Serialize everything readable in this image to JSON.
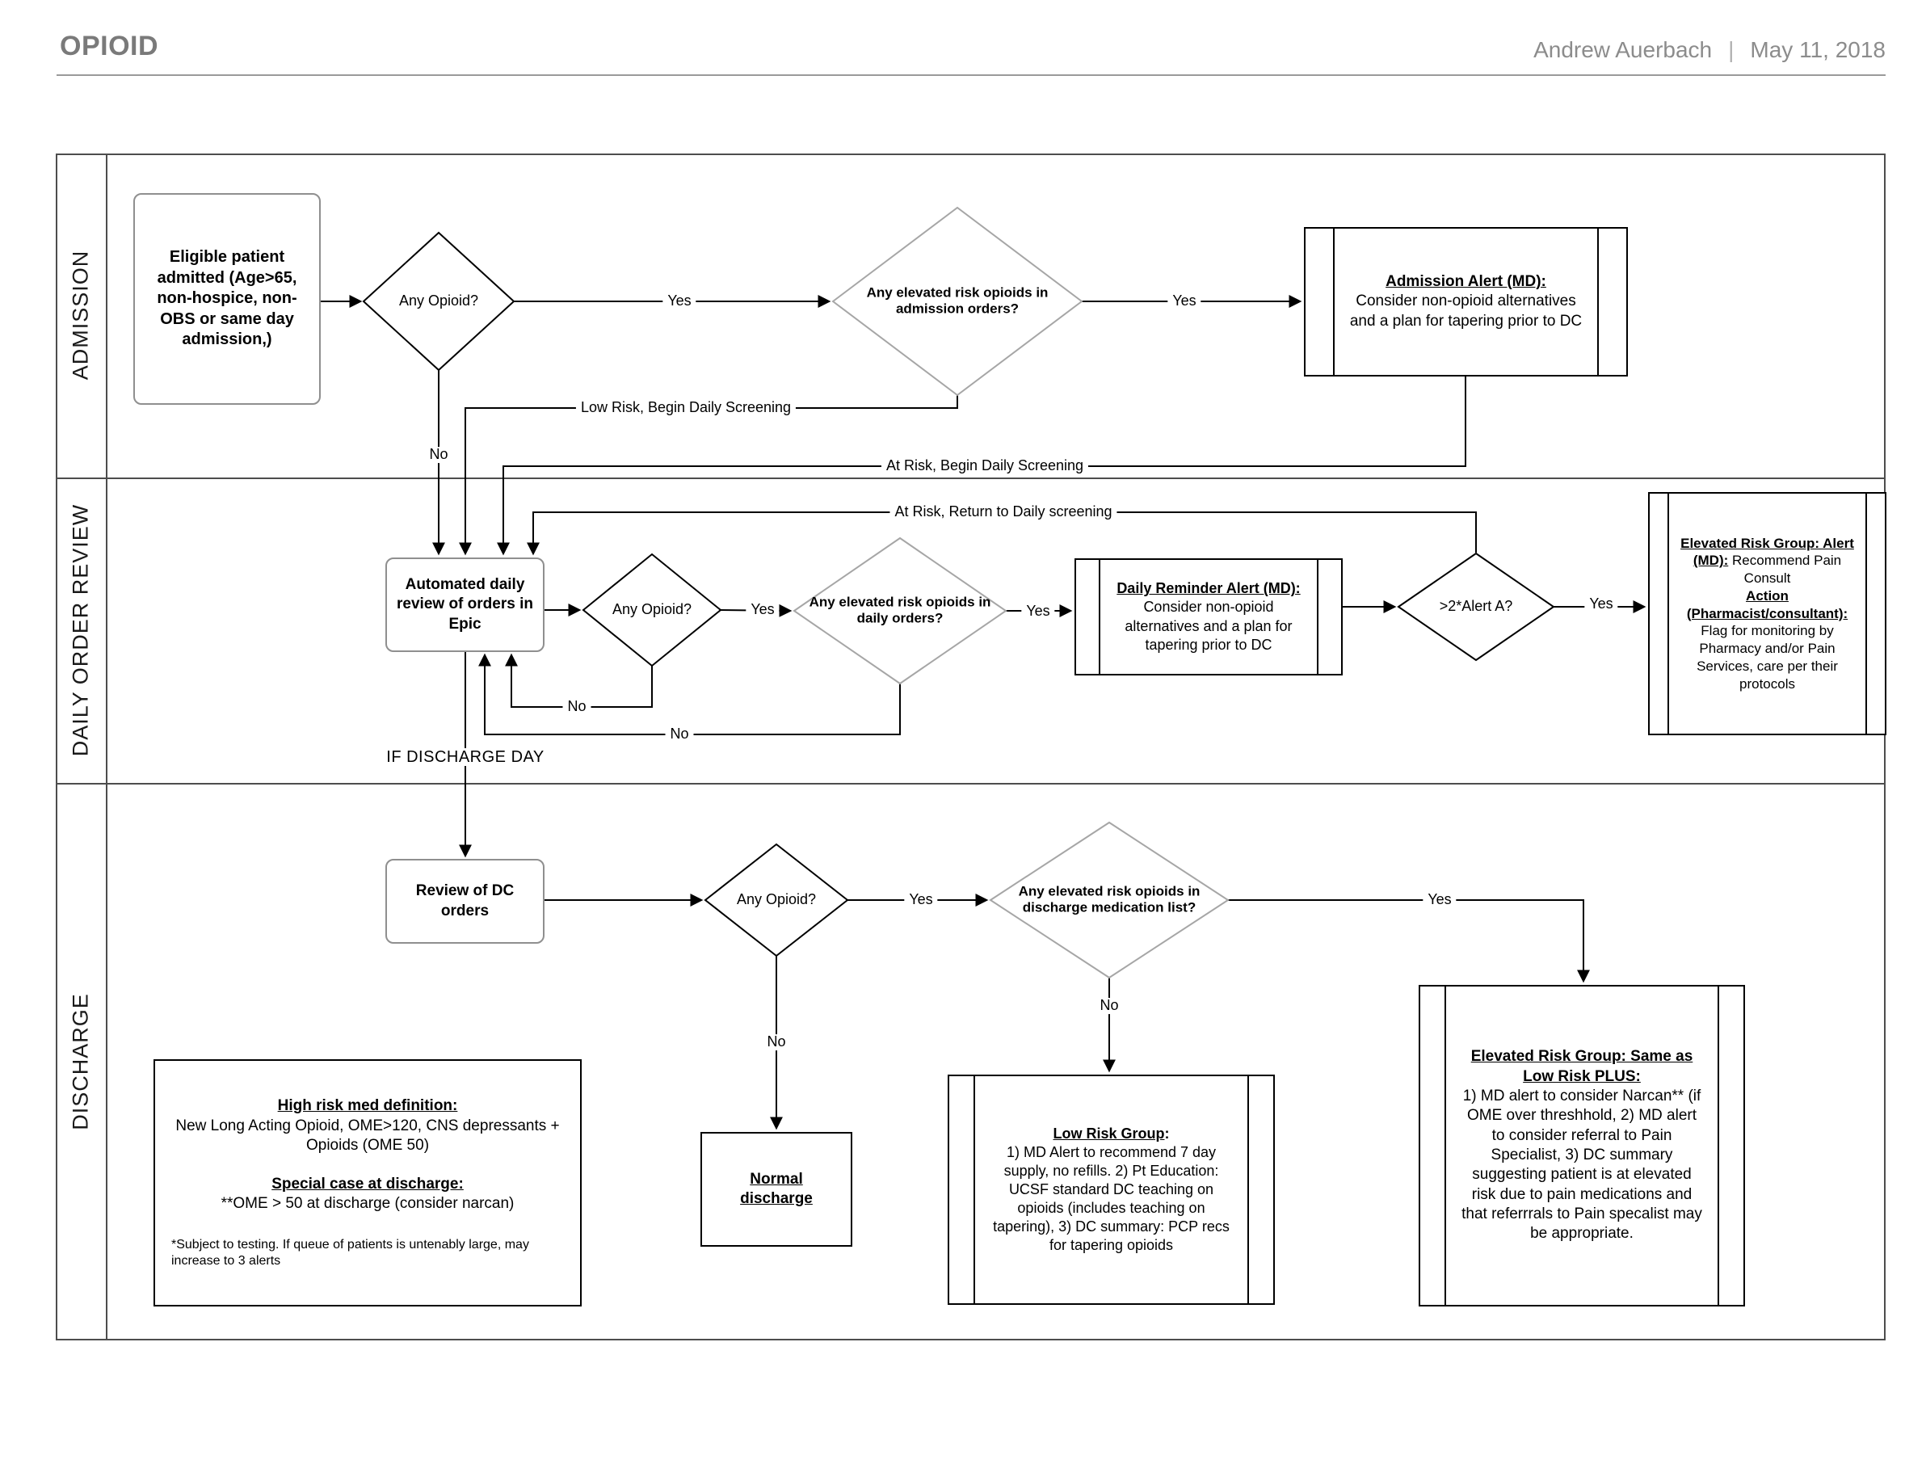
{
  "header": {
    "title": "OPIOID",
    "author": "Andrew Auerbach",
    "separator": "|",
    "date": "May 11, 2018"
  },
  "labels": {
    "yes": "Yes",
    "no": "No"
  },
  "lanes": {
    "admission": "ADMISSION",
    "daily_order_review": "DAILY ORDER REVIEW",
    "discharge": "DISCHARGE"
  },
  "admission": {
    "eligible_patient": "Eligible patient admitted (Age>65, non-hospice, non-OBS or same day admission,)",
    "any_opioid_q": "Any Opioid?",
    "elevated_risk_q": "Any elevated risk opioids in admission orders?",
    "alert_title": "Admission Alert (MD):",
    "alert_body": "Consider non-opioid alternatives and a plan for tapering prior to DC",
    "low_risk_label": "Low Risk, Begin Daily Screening",
    "at_risk_label": "At Risk, Begin Daily Screening"
  },
  "daily": {
    "return_label": "At Risk, Return to Daily screening",
    "automated_review": "Automated daily review of orders in Epic",
    "any_opioid_q": "Any Opioid?",
    "elevated_risk_q": "Any elevated risk opioids in daily orders?",
    "reminder_title": "Daily Reminder Alert (MD):",
    "reminder_body": "Consider non-opioid alternatives and a plan for tapering prior to DC",
    "alert_a_q": ">2*Alert A?",
    "group_title": "Elevated Risk Group: Alert (MD):",
    "group_recommend": "Recommend Pain Consult",
    "group_action_title": "Action (Pharmacist/consultant):",
    "group_action_body": "Flag for monitoring by Pharmacy and/or Pain Services, care per their protocols",
    "if_discharge_day": "IF DISCHARGE DAY"
  },
  "discharge": {
    "review_dc": "Review of DC orders",
    "any_opioid_q": "Any Opioid?",
    "elevated_risk_q": "Any elevated risk opioids in discharge medication list?",
    "normal_discharge": "Normal discharge",
    "low_risk_title": "Low Risk Group",
    "low_risk_colon": ":",
    "low_risk_body": "1) MD Alert to recommend 7 day supply, no refills. 2) Pt Education: UCSF standard DC teaching on opioids (includes teaching on tapering), 3) DC summary: PCP recs for tapering opioids",
    "elevated_title": "Elevated Risk Group:  Same as Low Risk PLUS:",
    "elevated_body": "1) MD alert to consider Narcan** (if OME over threshhold, 2) MD alert to consider referral to Pain Specialist, 3)  DC summary suggesting patient is at elevated risk due to pain medications and that referrrals to Pain specalist may be appropriate.",
    "high_risk_title": "High risk med definition:",
    "high_risk_body": "New Long Acting Opioid, OME>120, CNS depressants + Opioids (OME 50)",
    "special_title": "Special case at discharge:",
    "special_body": "**OME > 50 at discharge (consider narcan)",
    "footnote": "*Subject to testing. If queue of patients is untenably large, may increase to 3 alerts"
  },
  "colors": {
    "line": "#000000",
    "gray_shape_border": "#a6a6a6",
    "rounded_box_border": "#8f8f8f",
    "header_gray": "#7a7a7a"
  }
}
